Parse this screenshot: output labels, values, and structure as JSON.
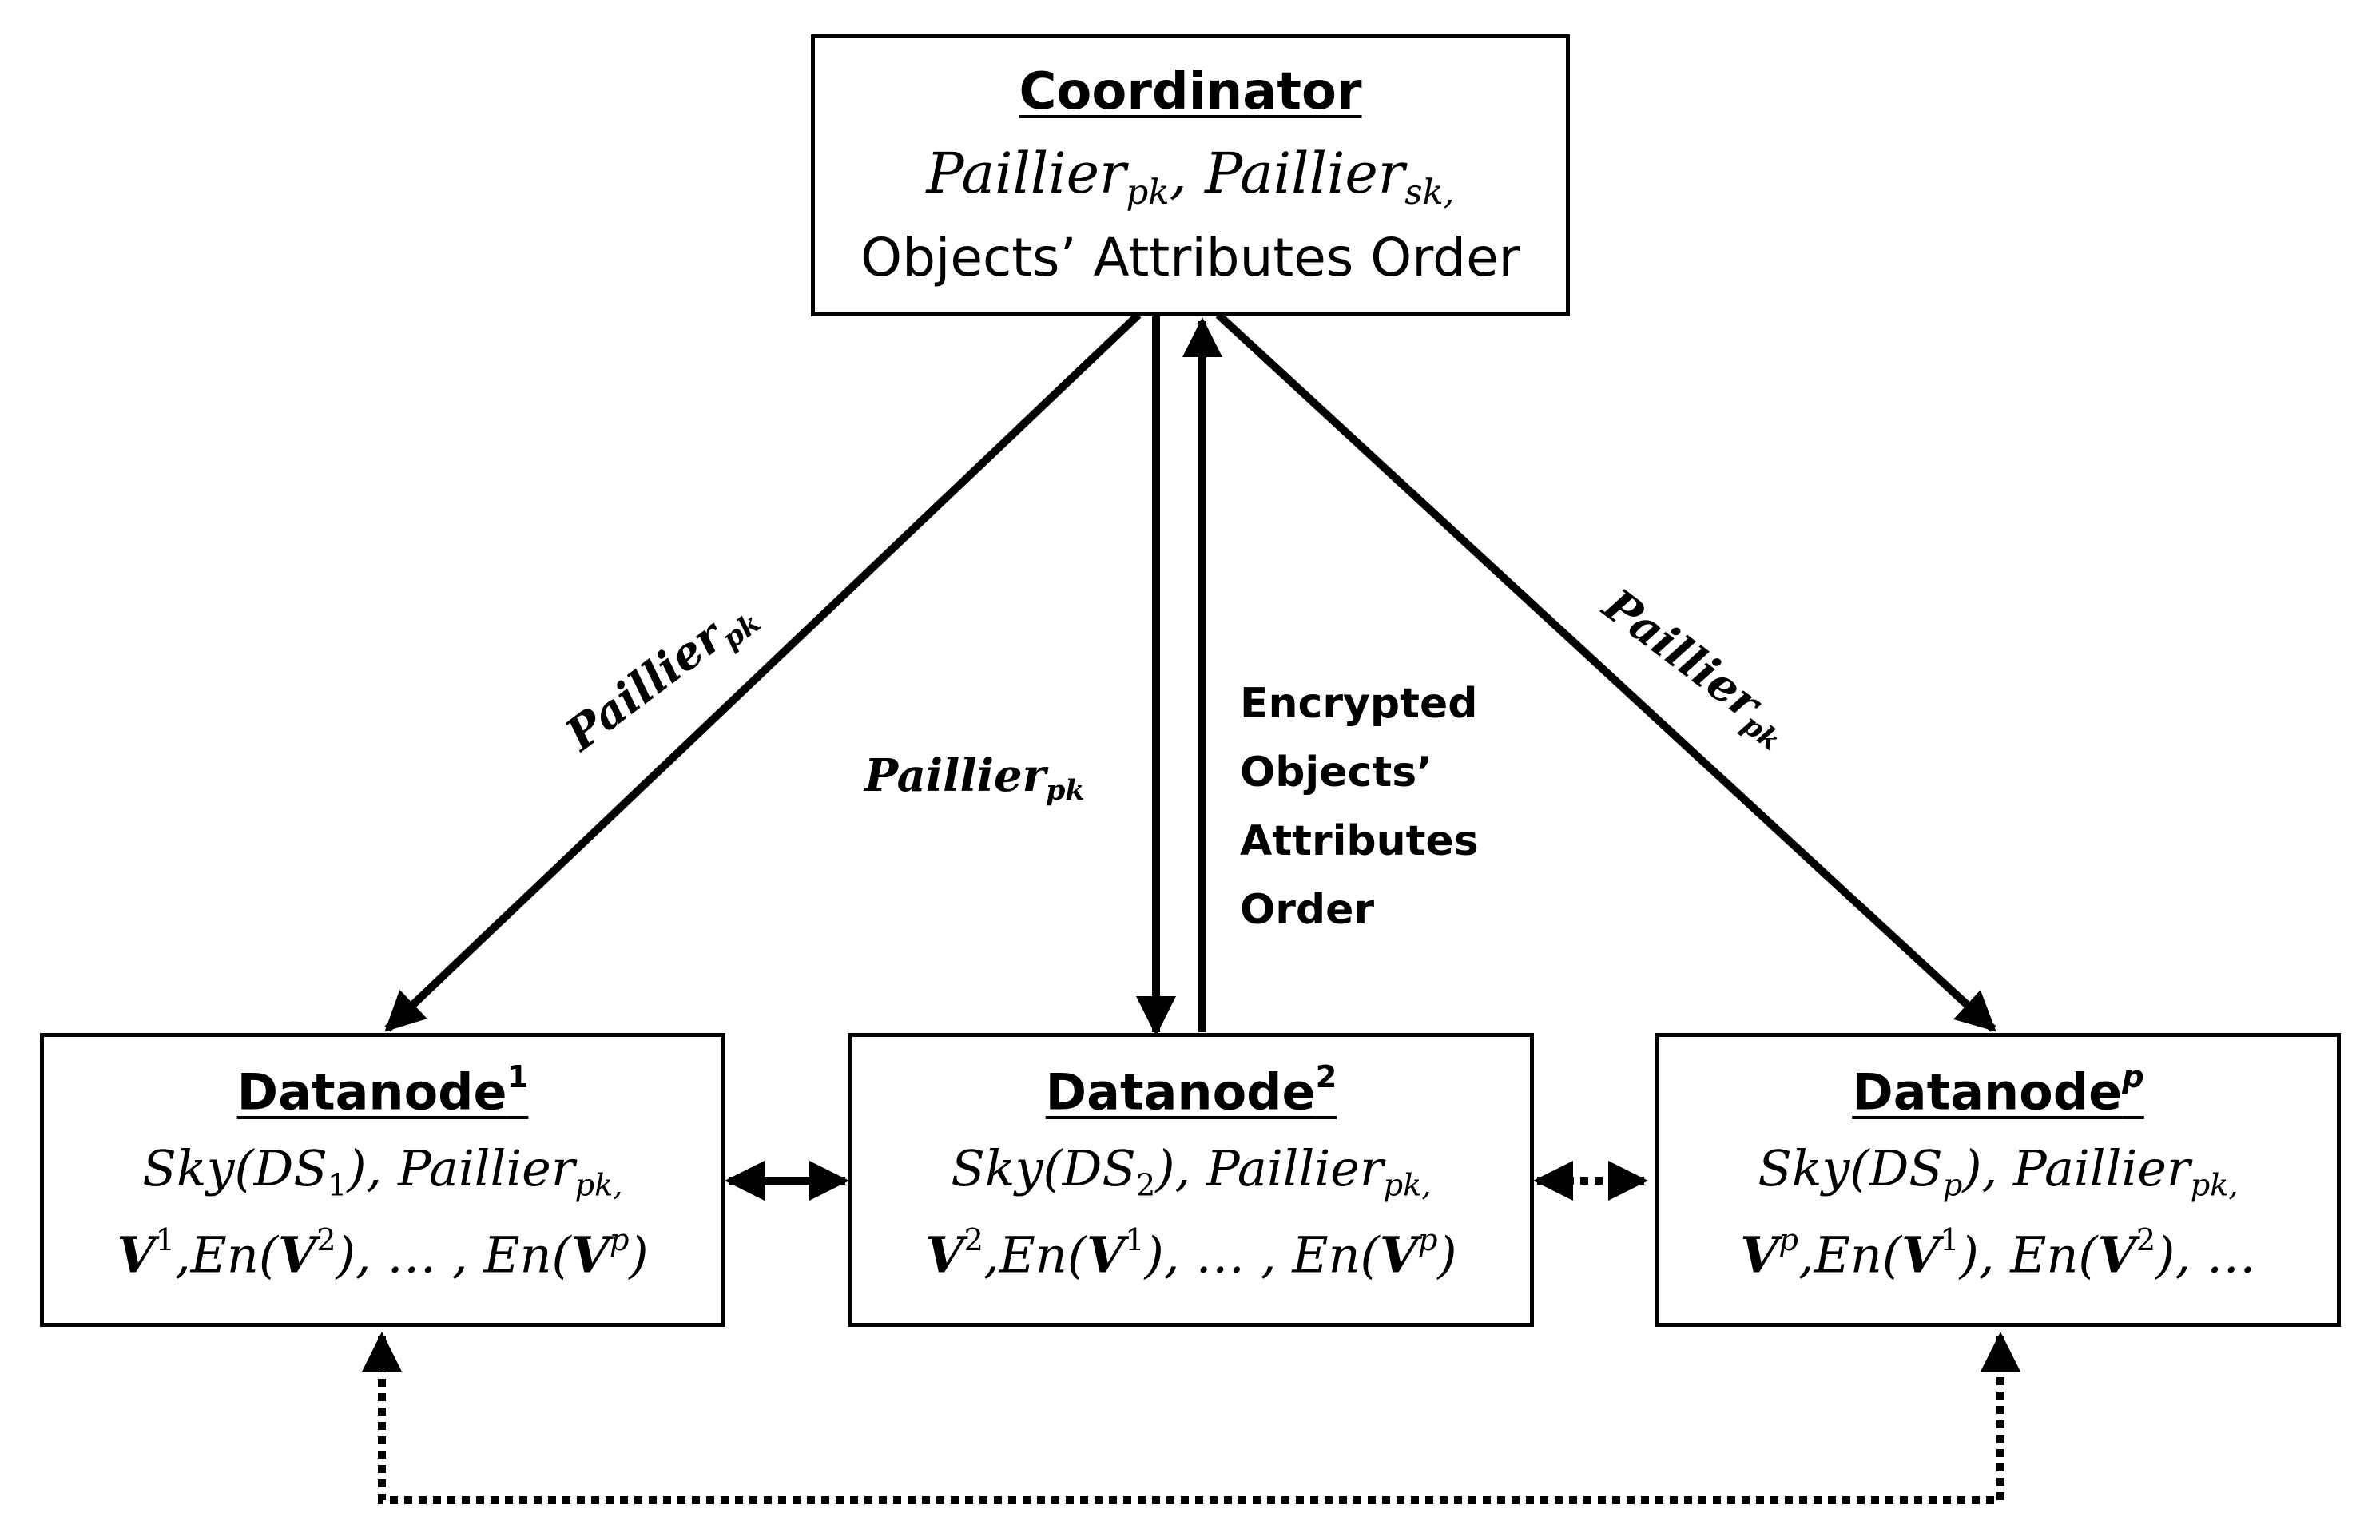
{
  "coordinator": {
    "title": "Coordinator",
    "line1_a": "Paillier",
    "line1_a_sub": "pk",
    "line1_sep": ", ",
    "line1_b": "Paillier",
    "line1_b_sub": "sk,",
    "line2": "Objects’ Attributes Order"
  },
  "datanode1": {
    "title": "Datanode",
    "title_sup": "1",
    "sky_prefix": "Sky(DS",
    "sky_sub": "1",
    "sky_suffix": "), ",
    "pk": "Paillier",
    "pk_sub": "pk,",
    "v": "V",
    "v_sup": "1",
    "en1": ",En(",
    "en1_v": "V",
    "en1_sup": "2",
    "en1_close": "), … , En(",
    "en2_v": "V",
    "en2_sup": "p",
    "en2_close": ")"
  },
  "datanode2": {
    "title": "Datanode",
    "title_sup": "2",
    "sky_prefix": "Sky(DS",
    "sky_sub": "2",
    "sky_suffix": "), ",
    "pk": "Paillier",
    "pk_sub": "pk,",
    "v": "V",
    "v_sup": "2",
    "en1": ",En(",
    "en1_v": "V",
    "en1_sup": "1",
    "en1_close": "), … , En(",
    "en2_v": "V",
    "en2_sup": "p",
    "en2_close": ")"
  },
  "datanodep": {
    "title": "Datanode",
    "title_sup": "p",
    "sky_prefix": "Sky(DS",
    "sky_sub": "p",
    "sky_suffix": "), ",
    "pk": "Paillier",
    "pk_sub": "pk,",
    "v": "V",
    "v_sup": "p",
    "en1": ",En(",
    "en1_v": "V",
    "en1_sup": "1",
    "en1_close": "), En(",
    "en2_v": "V",
    "en2_sup": "2",
    "en2_close": "), …"
  },
  "edge_labels": {
    "left": {
      "text": "Paillier",
      "sub": "pk"
    },
    "center": {
      "text": "Paillier",
      "sub": "pk"
    },
    "right": {
      "text": "Paillier",
      "sub": "pk"
    },
    "encrypted": [
      "Encrypted",
      "Objects’",
      "Attributes",
      "Order"
    ]
  }
}
